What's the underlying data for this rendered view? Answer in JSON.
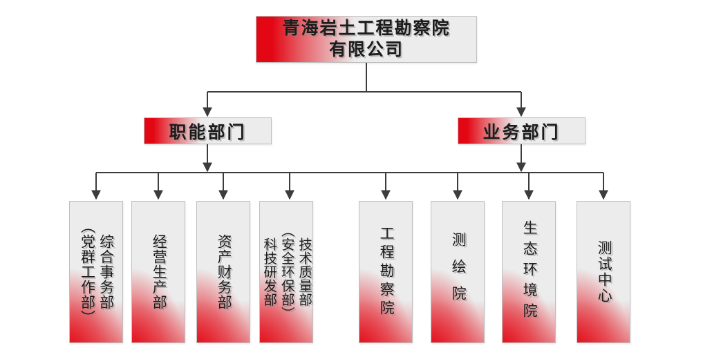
{
  "chart": {
    "type": "org-chart",
    "root": {
      "lines": [
        "青海岩土工程勘察院",
        "有限公司"
      ]
    },
    "branches": [
      {
        "label": "职能部门"
      },
      {
        "label": "业务部门"
      }
    ],
    "departments": [
      {
        "parent": "职能部门",
        "columns": [
          "综合事务部",
          "（党群工作部）"
        ]
      },
      {
        "parent": "职能部门",
        "columns": [
          "经营生产部"
        ]
      },
      {
        "parent": "职能部门",
        "columns": [
          "资产财务部"
        ]
      },
      {
        "parent": "职能部门",
        "columns": [
          "技术质量部",
          "（安全环保部）",
          "科技研发部"
        ]
      },
      {
        "parent": "业务部门",
        "columns": [
          "工程勘察院"
        ]
      },
      {
        "parent": "业务部门",
        "columns": [
          "测绘院"
        ]
      },
      {
        "parent": "业务部门",
        "columns": [
          "生态环境院"
        ]
      },
      {
        "parent": "业务部门",
        "columns": [
          "测试中心"
        ]
      }
    ]
  },
  "colors": {
    "accent_red": "#e30613",
    "box_fill": "#ececec",
    "box_border": "#bfbfbf",
    "connector": "#3c3c3c",
    "text": "#1c1c1c",
    "background": "#ffffff"
  }
}
